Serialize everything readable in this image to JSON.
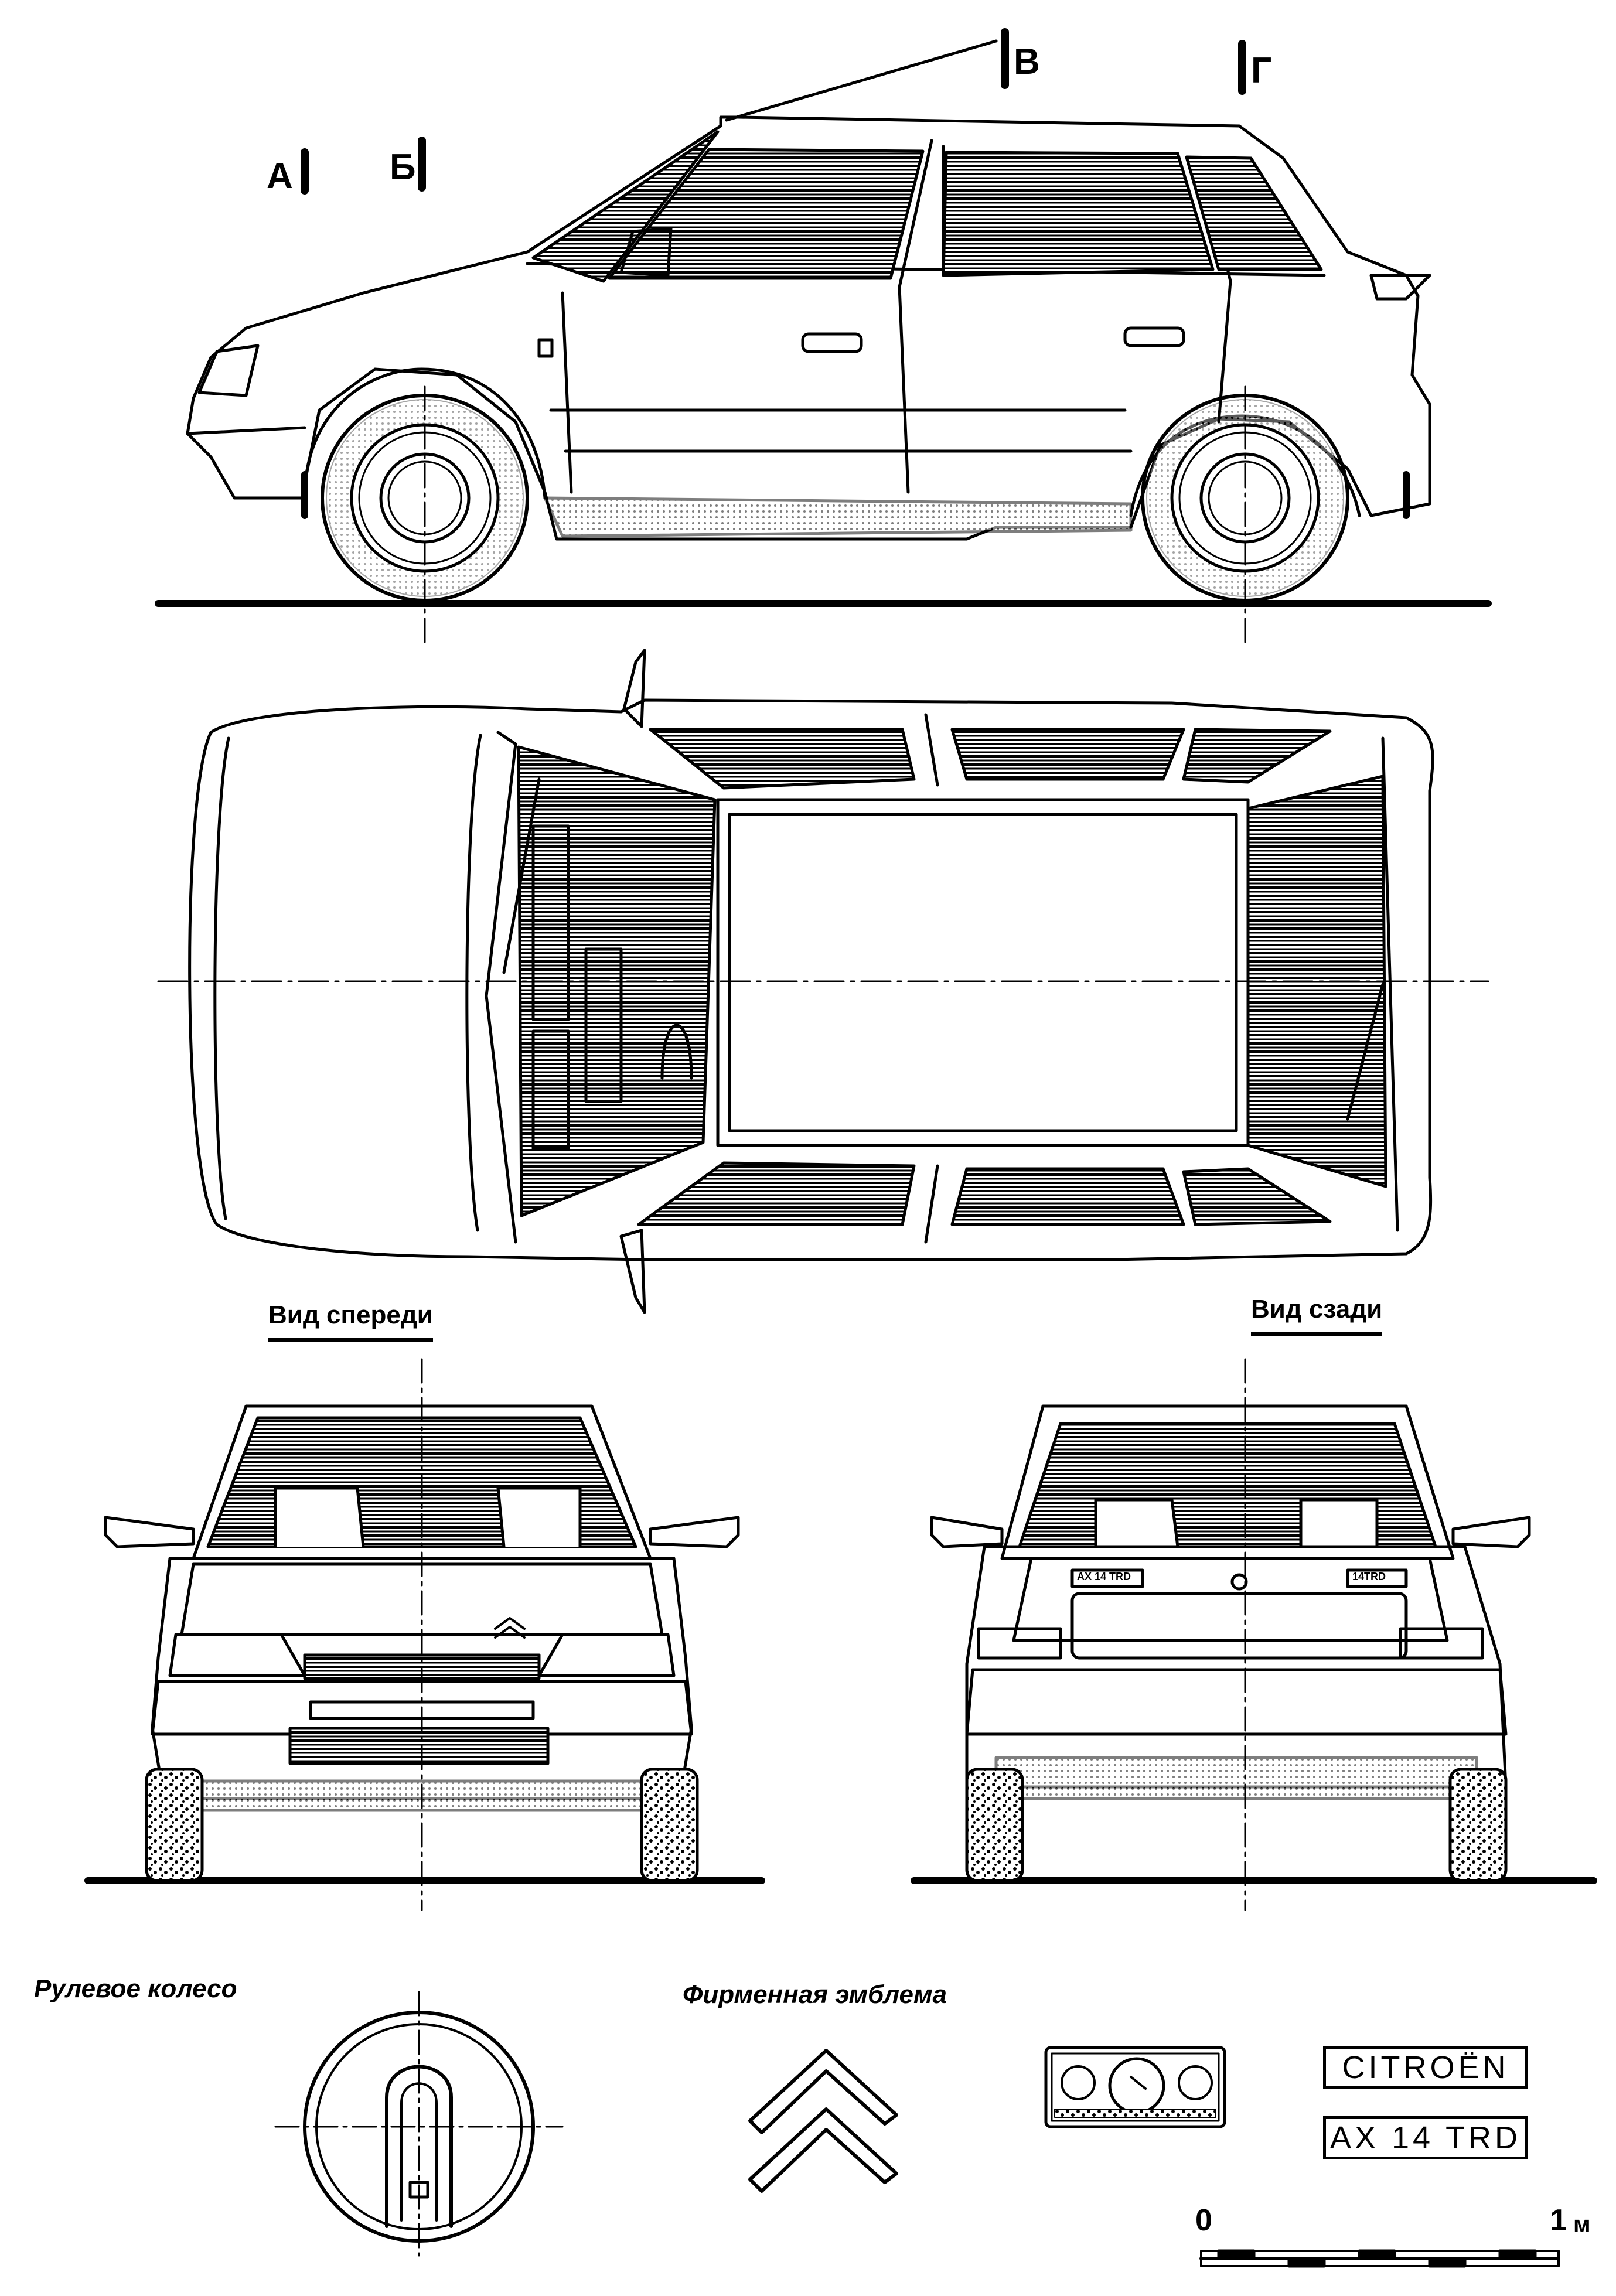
{
  "sections": {
    "a": "А",
    "b": "Б",
    "v": "В",
    "g": "Г"
  },
  "views": {
    "front": "Вид спереди",
    "rear": "Вид сзади"
  },
  "captions": {
    "steering": "Рулевое колесо",
    "emblem": "Фирменная эмблема"
  },
  "badges": {
    "brand": "CITROËN",
    "model": "AX 14 TRD"
  },
  "plates": {
    "front_left": "",
    "rear_left": "AX 14 TRD",
    "rear_right": "14TRD"
  },
  "scale": {
    "zero": "0",
    "end": "1",
    "unit": "м"
  },
  "colors": {
    "ink": "#000000",
    "paper": "#ffffff"
  }
}
